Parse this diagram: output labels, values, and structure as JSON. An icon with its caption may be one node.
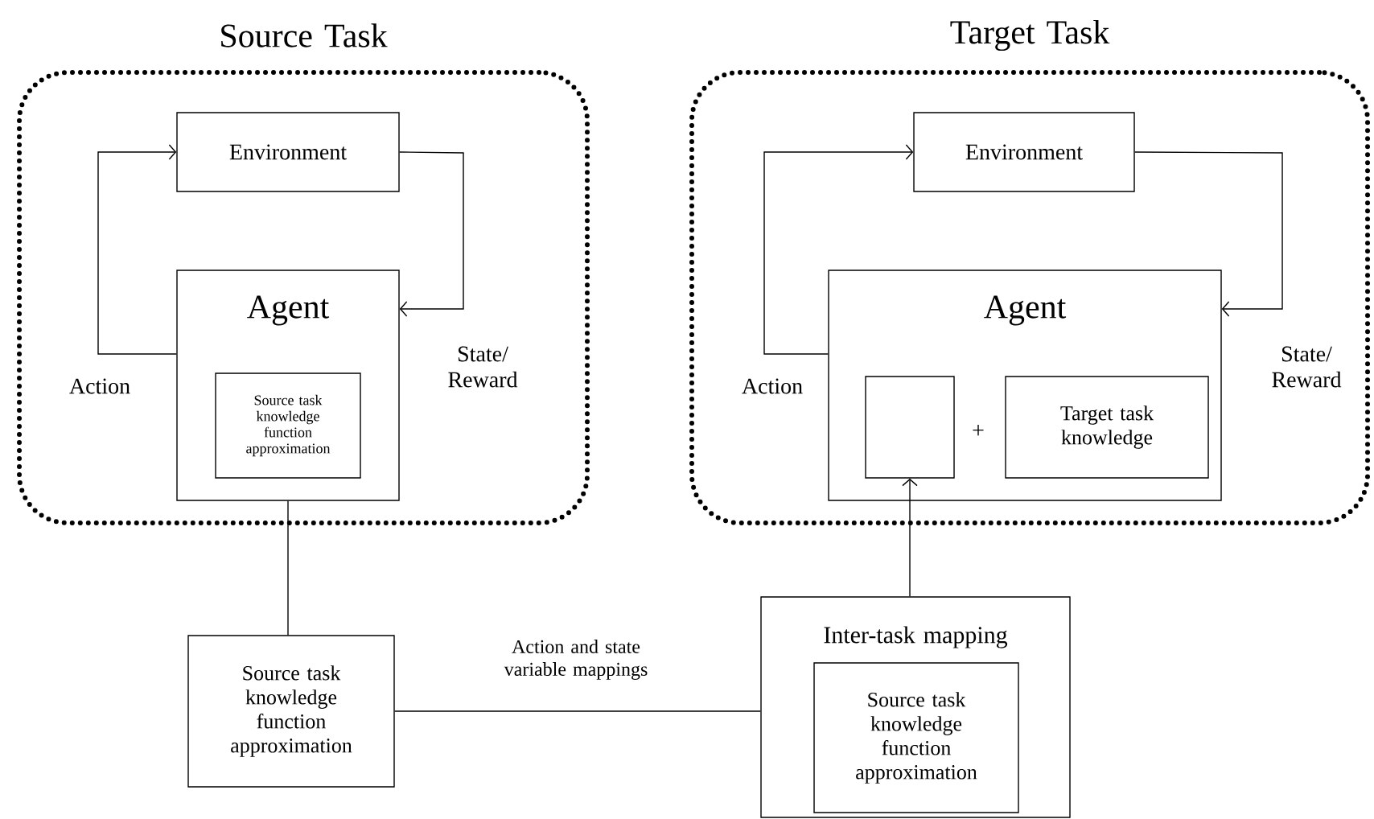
{
  "diagram": {
    "nodes": [
      {
        "text": [
          "Source Task"
        ]
      },
      {
        "text": [
          "Environment"
        ],
        "in": 0
      },
      {
        "text": [
          "Agent"
        ],
        "in": 0
      },
      {
        "text": [
          "Source task knowledge function approximation"
        ],
        "in": 2
      },
      {
        "text": [
          "Target Task"
        ]
      },
      {
        "text": [
          "Environment"
        ],
        "in": 4
      },
      {
        "text": [
          "Agent"
        ],
        "in": 4
      },
      {
        "text": [],
        "shape": "box",
        "in": 6
      },
      {
        "text": [
          "Target task knowledge"
        ],
        "in": 6
      },
      {
        "text": [
          "Source task knowledge function approximation"
        ]
      },
      {
        "text": [
          "Inter-task mapping"
        ]
      },
      {
        "text": [
          "Source task knowledge function approximation"
        ],
        "in": 10
      }
    ],
    "edges": [
      {
        "from": 2,
        "to": 1,
        "arrow": "to",
        "label": "Action"
      },
      {
        "from": 1,
        "to": 2,
        "arrow": "to",
        "label": "State/ Reward"
      },
      {
        "from": 6,
        "to": 5,
        "arrow": "to",
        "label": "Action"
      },
      {
        "from": 5,
        "to": 6,
        "arrow": "to",
        "label": "State/ Reward"
      },
      {
        "from": 2,
        "to": 9,
        "arrow": "none"
      },
      {
        "from": 9,
        "to": 10,
        "arrow": "none",
        "label": "Action and state variable mappings"
      },
      {
        "from": 10,
        "to": 7,
        "arrow": "to"
      }
    ],
    "labels": [
      "+"
    ]
  }
}
